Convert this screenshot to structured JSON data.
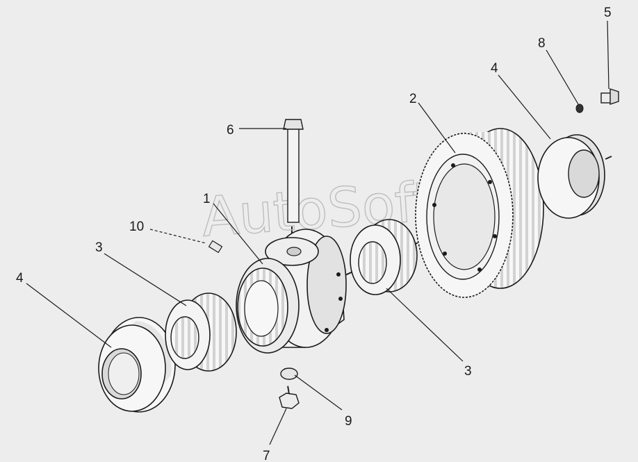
{
  "watermark": "AutoSoft",
  "callouts": [
    {
      "id": "1",
      "label": "1"
    },
    {
      "id": "2",
      "label": "2"
    },
    {
      "id": "3-left",
      "label": "3"
    },
    {
      "id": "3-right",
      "label": "3"
    },
    {
      "id": "4-left",
      "label": "4"
    },
    {
      "id": "4-right",
      "label": "4"
    },
    {
      "id": "5",
      "label": "5"
    },
    {
      "id": "6",
      "label": "6"
    },
    {
      "id": "7",
      "label": "7"
    },
    {
      "id": "8",
      "label": "8"
    },
    {
      "id": "9",
      "label": "9"
    },
    {
      "id": "10",
      "label": "10"
    }
  ],
  "colors": {
    "background": "#ededed",
    "part_fill": "#f7f7f7",
    "part_shade": "#d6d6d6",
    "outline": "#1a1a1a"
  }
}
